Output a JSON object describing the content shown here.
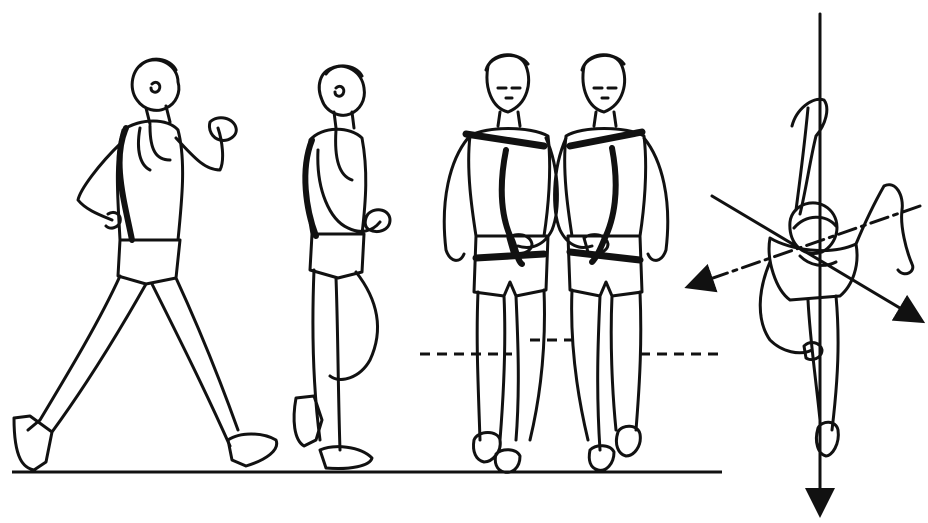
{
  "image": {
    "kind": "line-art illustration",
    "colors": {
      "ink": "#111111",
      "background": "#ffffff"
    }
  },
  "figures": [
    {
      "name": "side-view-walker-full-stride"
    },
    {
      "name": "side-view-walker-standing"
    },
    {
      "name": "front-view-walker-left"
    },
    {
      "name": "front-view-walker-right"
    },
    {
      "name": "top-view-walker"
    }
  ]
}
